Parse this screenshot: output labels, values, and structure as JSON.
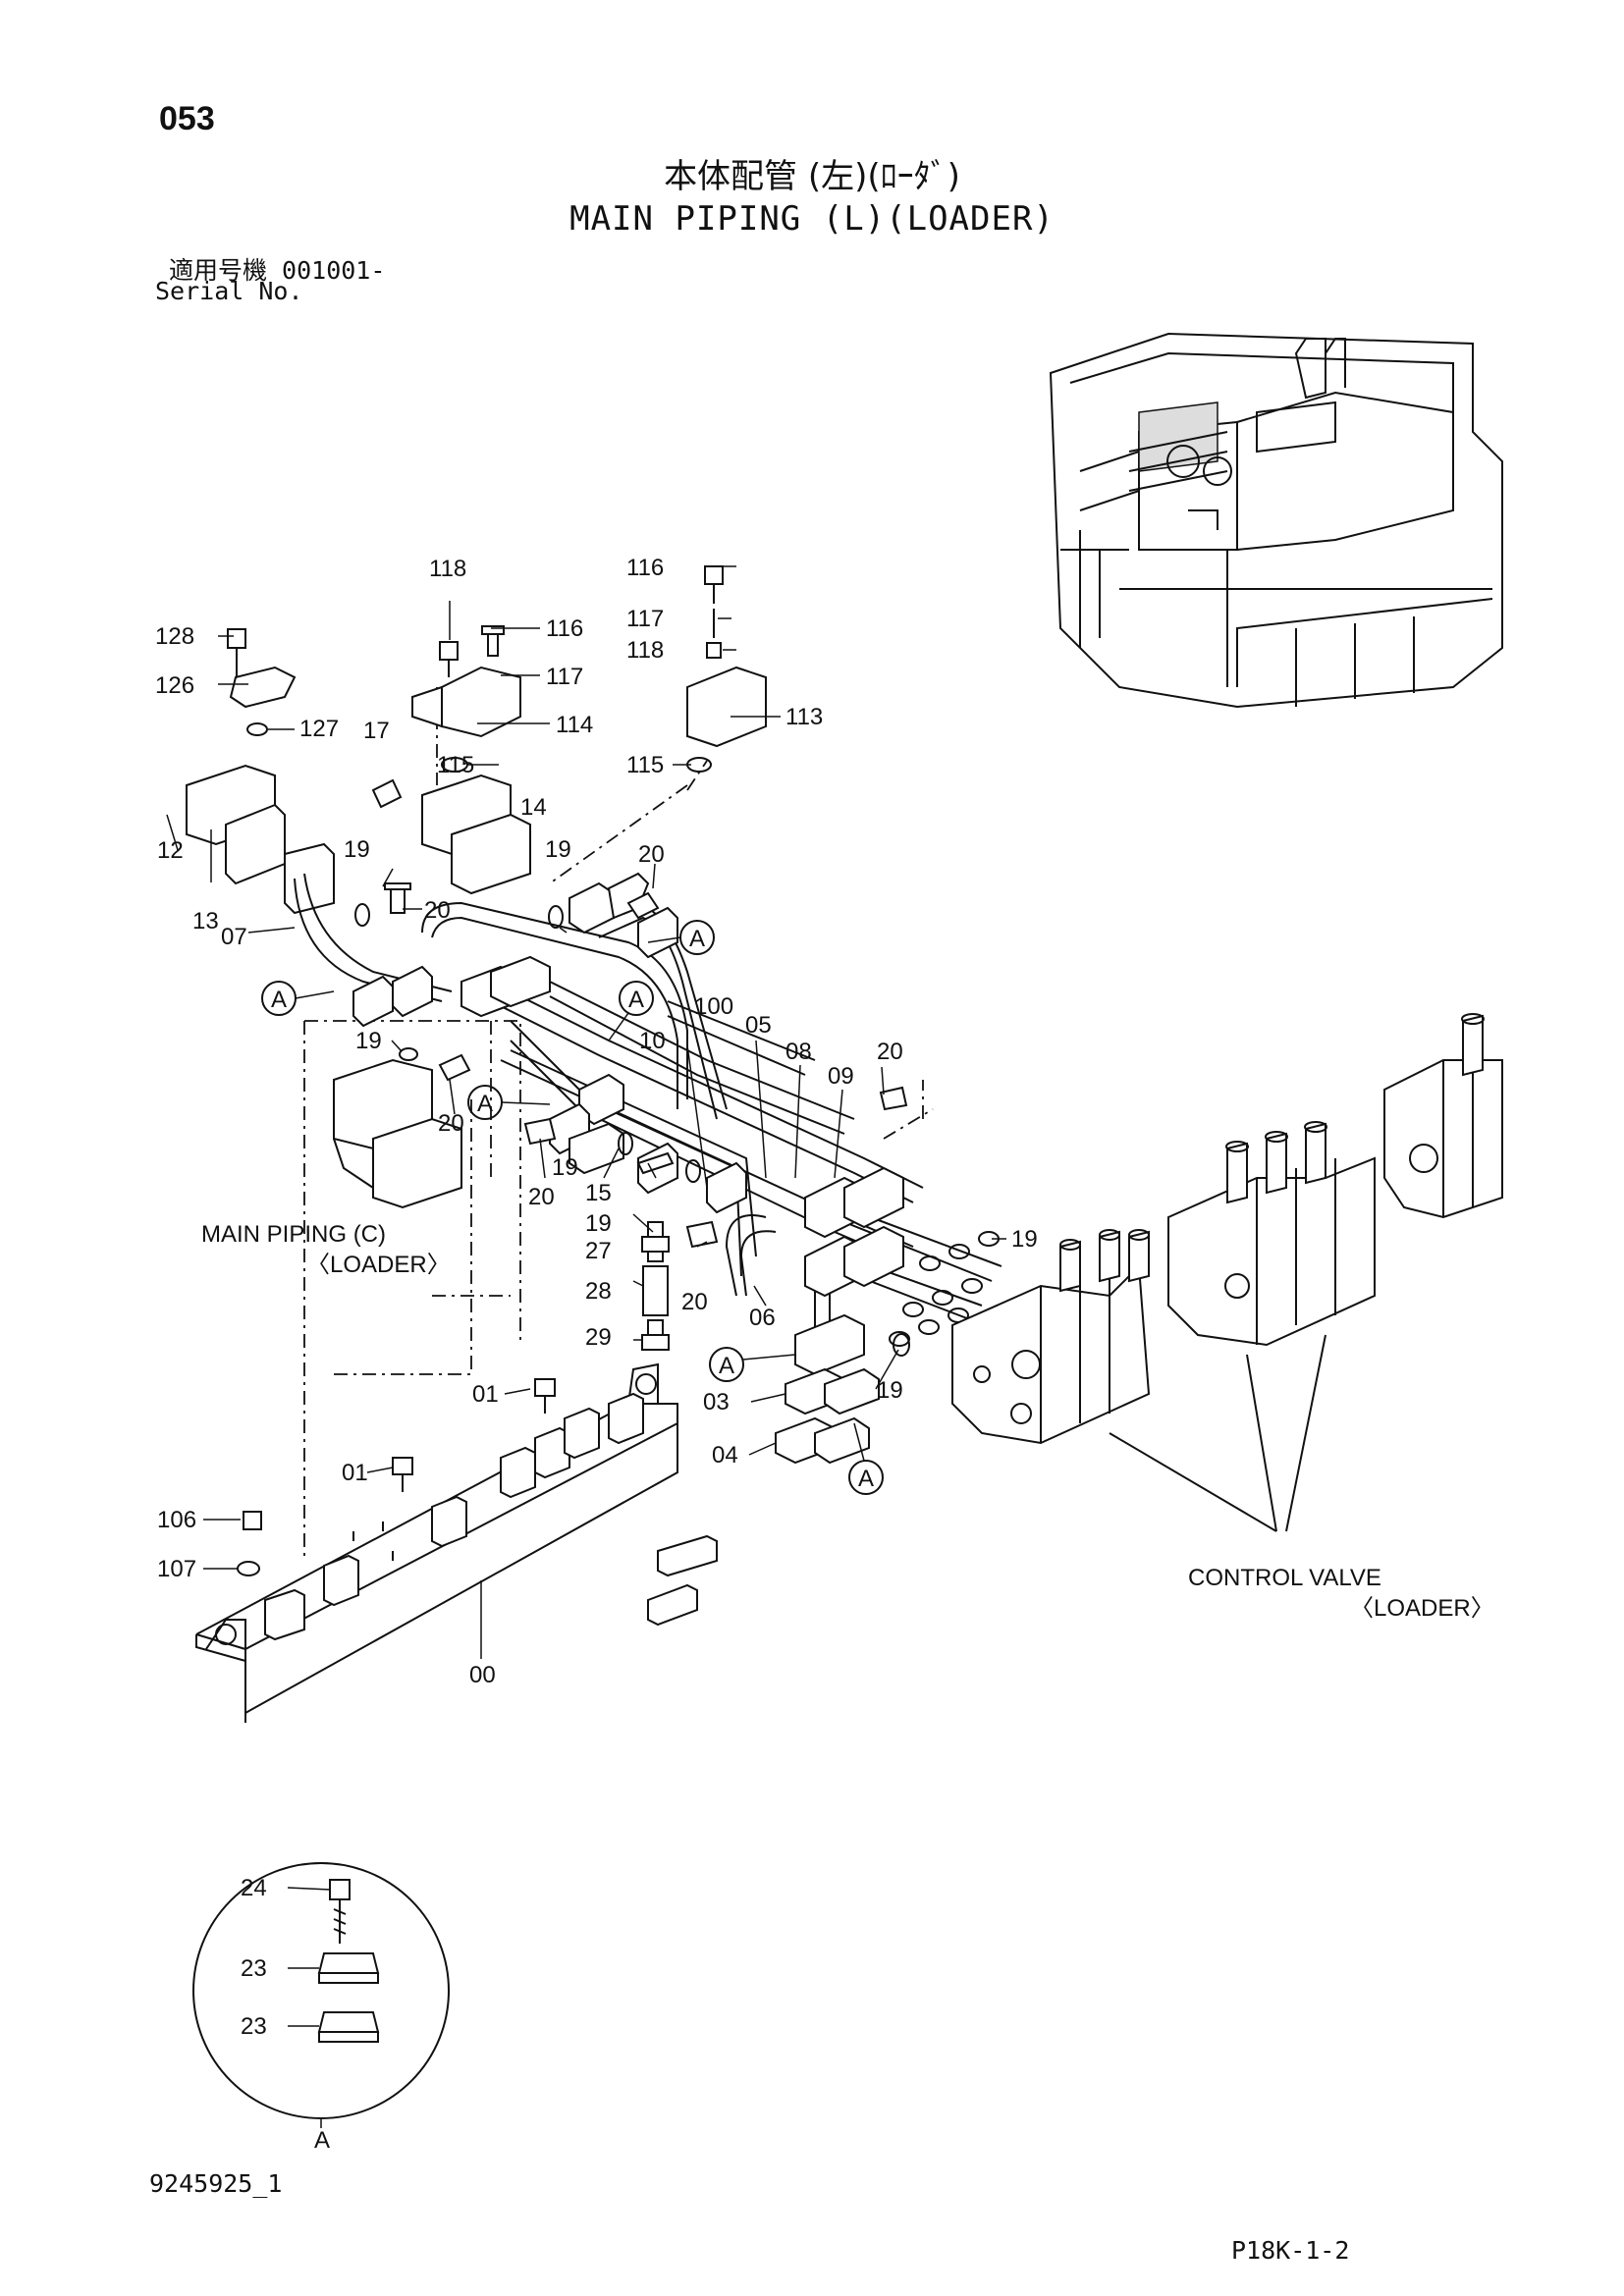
{
  "header": {
    "page_number": "053",
    "title_ja": "本体配管 (左)(ﾛｰﾀﾞ)",
    "title_en": "MAIN PIPING (L)(LOADER)",
    "serial_label_ja": "適用号機 001001-",
    "serial_label_en": "Serial No."
  },
  "labels": {
    "main_piping_c": "MAIN PIPING (C)",
    "main_piping_c_sub": "〈LOADER〉",
    "control_valve": "CONTROL VALVE",
    "control_valve_sub": "〈LOADER〉",
    "detail_ref": "A",
    "view_ref": "A"
  },
  "callouts": {
    "p118a": "118",
    "p116a": "116",
    "p117a": "117",
    "p118b": "118",
    "p116b": "116",
    "p117b": "117",
    "p114": "114",
    "p113": "113",
    "p115a": "115",
    "p115b": "115",
    "p128": "128",
    "p126": "126",
    "p127": "127",
    "p17": "17",
    "p14": "14",
    "p12": "12",
    "p13": "13",
    "p07": "07",
    "p19a": "19",
    "p19b": "19",
    "p19c": "19",
    "p19d": "19",
    "p19e": "19",
    "p19f": "19",
    "p19g": "19",
    "p20a": "20",
    "p20b": "20",
    "p20c": "20",
    "p20d": "20",
    "p20e": "20",
    "p20f": "20",
    "p10": "10",
    "p100": "100",
    "p05": "05",
    "p08": "08",
    "p09": "09",
    "p15": "15",
    "p27": "27",
    "p28": "28",
    "p29": "29",
    "p06": "06",
    "p03": "03",
    "p04": "04",
    "p01a": "01",
    "p01b": "01",
    "p106": "106",
    "p107": "107",
    "p00": "00",
    "p24": "24",
    "p23a": "23",
    "p23b": "23"
  },
  "footer": {
    "doc_id": "9245925_1",
    "page_code": "P18K-1-2"
  }
}
